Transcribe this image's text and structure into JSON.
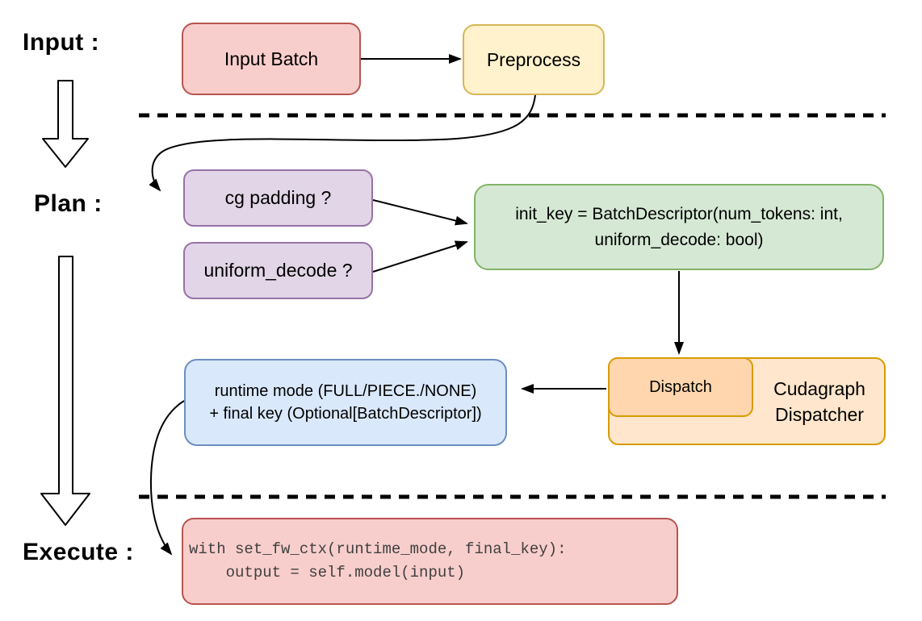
{
  "stages": {
    "input_label": "Input :",
    "plan_label": "Plan :",
    "execute_label": "Execute :"
  },
  "nodes": {
    "input_batch": {
      "label": "Input Batch"
    },
    "preprocess": {
      "label": "Preprocess"
    },
    "cg_padding": {
      "label": "cg padding ?"
    },
    "uniform_decode": {
      "label": "uniform_decode ?"
    },
    "init_key": {
      "line1": "init_key = BatchDescriptor(num_tokens: int,",
      "line2": "uniform_decode: bool)"
    },
    "dispatch": {
      "label": "Dispatch"
    },
    "cudagraph_dispatcher": {
      "line1": "Cudagraph",
      "line2": "Dispatcher"
    },
    "runtime_mode": {
      "line1": "runtime mode (FULL/PIECE./NONE)",
      "line2": "+ final key (Optional[BatchDescriptor])"
    },
    "execute_code": {
      "line1": "with set_fw_ctx(runtime_mode, final_key):",
      "line2": "    output = self.model(input)"
    }
  },
  "palette": {
    "red_fill": "#f8cecc",
    "red_stroke": "#b85450",
    "yellow_fill": "#fff2cc",
    "yellow_stroke": "#d6b656",
    "purple_fill": "#e1d5e7",
    "purple_stroke": "#9673a6",
    "green_fill": "#d5e8d4",
    "green_stroke": "#82b366",
    "blue_fill": "#dae8fc",
    "blue_stroke": "#6c8ebf",
    "orange_outer_fill": "#ffe6cc",
    "orange_inner_fill": "#ffd6ad",
    "orange_stroke": "#d79b00",
    "connector_color": "#000000"
  }
}
